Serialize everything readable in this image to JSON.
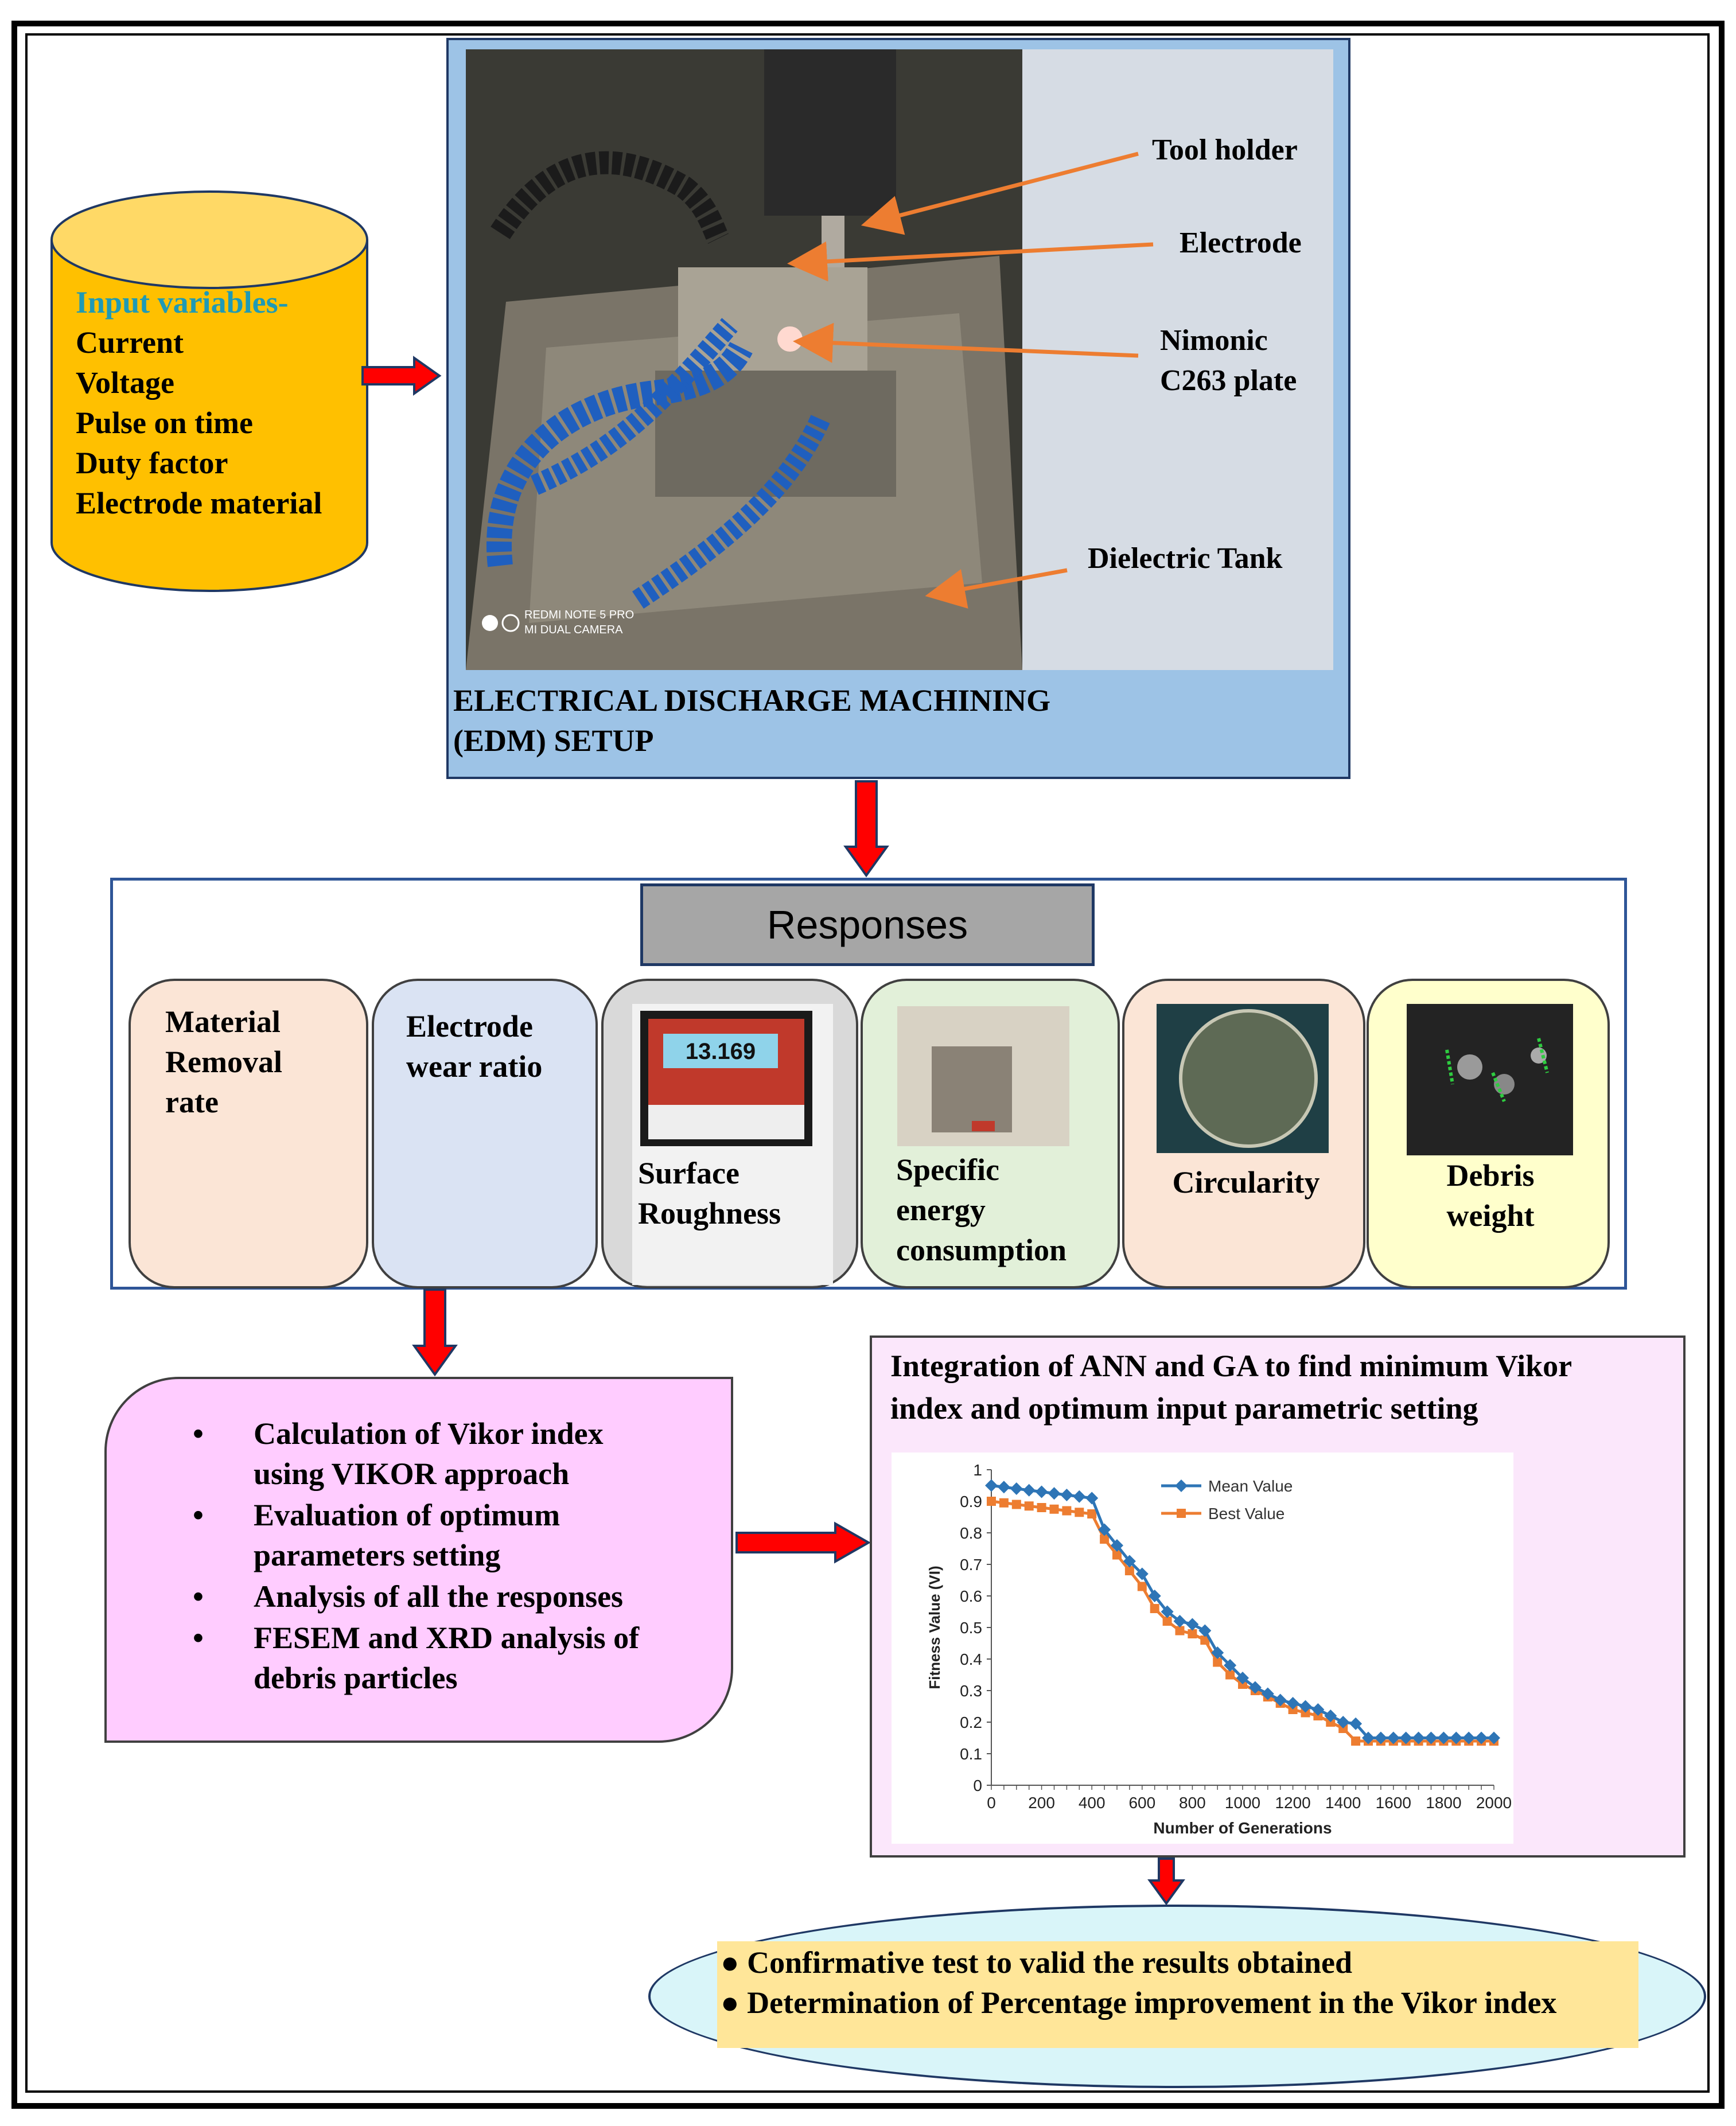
{
  "input": {
    "title": "Input variables-",
    "items": [
      "Current",
      "Voltage",
      "Pulse on time",
      "Duty factor",
      "Electrode material"
    ]
  },
  "edm": {
    "caption_line1": "ELECTRICAL DISCHARGE MACHINING",
    "caption_line2": "(EDM) SETUP",
    "labels": {
      "tool_holder": "Tool holder",
      "electrode": "Electrode",
      "plate_line1": "Nimonic",
      "plate_line2": "C263 plate",
      "tank": "Dielectric Tank"
    },
    "watermark_line1": "REDMI NOTE 5 PRO",
    "watermark_line2": "MI DUAL CAMERA"
  },
  "responses": {
    "title": "Responses",
    "items": [
      {
        "line1": "Material",
        "line2": "Removal",
        "line3": "rate"
      },
      {
        "line1": "Electrode",
        "line2": "wear ratio"
      },
      {
        "line1": "Surface",
        "line2": "Roughness",
        "meter_reading": "13.169"
      },
      {
        "line1": "Specific",
        "line2": "energy",
        "line3": "consumption"
      },
      {
        "line1": "Circularity"
      },
      {
        "line1": "Debris",
        "line2": "weight"
      }
    ],
    "colors": [
      "#fbe5d6",
      "#dae3f3",
      "#d9d9d9",
      "#e2f0d9",
      "#fbe5d6",
      "#ffffcc"
    ]
  },
  "vikor": {
    "bullets": [
      {
        "line1": "Calculation of Vikor index",
        "line2": "using VIKOR approach"
      },
      {
        "line1": "Evaluation of optimum",
        "line2": "parameters setting"
      },
      {
        "line1": "Analysis of all the responses"
      },
      {
        "line1": "FESEM and XRD analysis of",
        "line2": "debris particles"
      }
    ]
  },
  "ann_ga": {
    "title_line1": "Integration of ANN and GA to find minimum Vikor",
    "title_line2": "index and optimum input parametric setting"
  },
  "final": {
    "line1": "Confirmative test to valid the results obtained",
    "line2": "Determination of Percentage improvement in the Vikor index"
  },
  "chart_data": {
    "type": "line",
    "xlabel": "Number of Generations",
    "ylabel": "Fitness Value (VI)",
    "xlim": [
      0,
      2000
    ],
    "ylim": [
      0,
      1
    ],
    "xticks": [
      0,
      200,
      400,
      600,
      800,
      1000,
      1200,
      1400,
      1600,
      1800,
      2000
    ],
    "yticks": [
      0,
      0.1,
      0.2,
      0.3,
      0.4,
      0.5,
      0.6,
      0.7,
      0.8,
      0.9,
      1
    ],
    "legend_position": "top-center",
    "series": [
      {
        "name": "Mean Value",
        "color": "#2e75b6",
        "marker": "diamond",
        "x": [
          0,
          50,
          100,
          150,
          200,
          250,
          300,
          350,
          400,
          450,
          500,
          550,
          600,
          650,
          700,
          750,
          800,
          850,
          900,
          950,
          1000,
          1050,
          1100,
          1150,
          1200,
          1250,
          1300,
          1350,
          1400,
          1450,
          1500,
          1550,
          1600,
          1650,
          1700,
          1750,
          1800,
          1850,
          1900,
          1950,
          2000
        ],
        "values": [
          0.95,
          0.945,
          0.94,
          0.935,
          0.93,
          0.925,
          0.92,
          0.915,
          0.91,
          0.81,
          0.76,
          0.71,
          0.67,
          0.6,
          0.55,
          0.52,
          0.51,
          0.49,
          0.42,
          0.38,
          0.34,
          0.31,
          0.29,
          0.27,
          0.26,
          0.25,
          0.24,
          0.22,
          0.2,
          0.195,
          0.15,
          0.15,
          0.15,
          0.15,
          0.15,
          0.15,
          0.15,
          0.15,
          0.15,
          0.15,
          0.15
        ]
      },
      {
        "name": "Best Value",
        "color": "#ed7d31",
        "marker": "square",
        "x": [
          0,
          50,
          100,
          150,
          200,
          250,
          300,
          350,
          400,
          450,
          500,
          550,
          600,
          650,
          700,
          750,
          800,
          850,
          900,
          950,
          1000,
          1050,
          1100,
          1150,
          1200,
          1250,
          1300,
          1350,
          1400,
          1450,
          1500,
          1550,
          1600,
          1650,
          1700,
          1750,
          1800,
          1850,
          1900,
          1950,
          2000
        ],
        "values": [
          0.9,
          0.895,
          0.89,
          0.885,
          0.88,
          0.875,
          0.87,
          0.865,
          0.86,
          0.78,
          0.73,
          0.68,
          0.63,
          0.56,
          0.52,
          0.49,
          0.48,
          0.46,
          0.39,
          0.35,
          0.32,
          0.3,
          0.28,
          0.26,
          0.24,
          0.23,
          0.22,
          0.2,
          0.18,
          0.14,
          0.14,
          0.14,
          0.14,
          0.14,
          0.14,
          0.14,
          0.14,
          0.14,
          0.14,
          0.14,
          0.14
        ]
      }
    ]
  }
}
